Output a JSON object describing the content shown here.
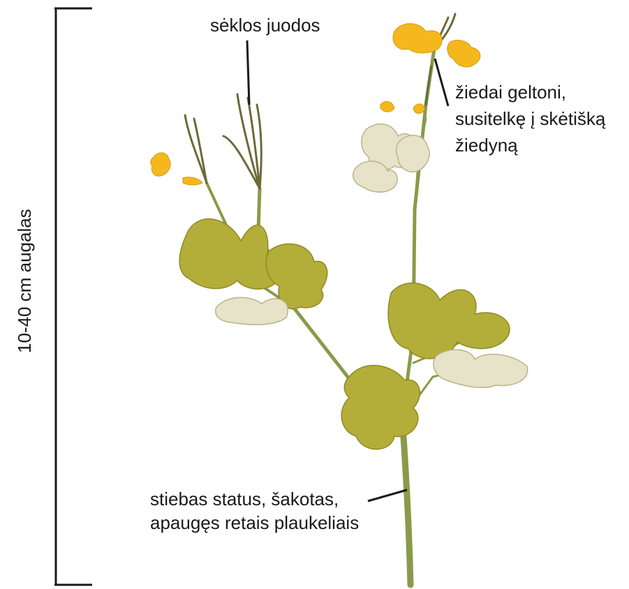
{
  "labels": {
    "height": "10-40 cm augalas",
    "seeds": "sėklos juodos",
    "flowers_line1": "žiedai geltoni,",
    "flowers_line2": "susitelkę į skėtišką",
    "flowers_line3": "žiedyną",
    "stem_line1": "stiebas status, šakotas,",
    "stem_line2": "apaugęs retais plaukeliais"
  },
  "colors": {
    "leaf": "#b3ad3a",
    "leaf_dark": "#8f8a22",
    "leaf_pale": "#e6e3c8",
    "stem": "#8a9a4a",
    "petal": "#f4b81c",
    "pod": "#6b6a3a",
    "line": "#1a1a1a"
  }
}
